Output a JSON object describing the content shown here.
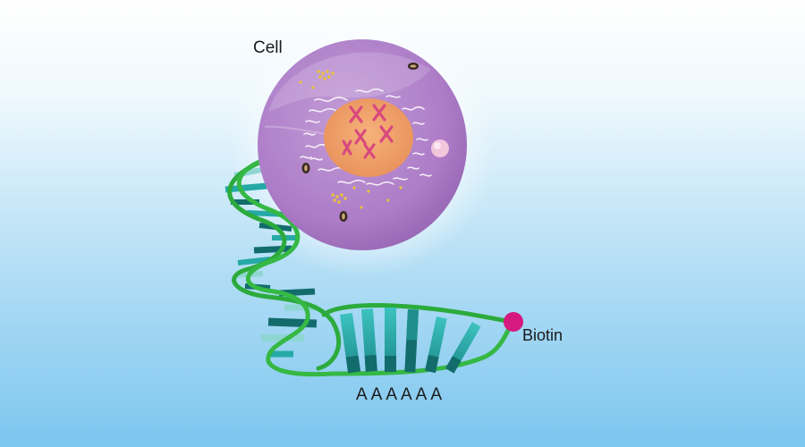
{
  "labels": {
    "cell": "Cell",
    "biotin": "Biotin",
    "poly_a": "AAAAAA"
  },
  "colors": {
    "background_top": "#ffffff",
    "background_bottom": "#7cc6ef",
    "cell_body": "#b07ec8",
    "nucleus": "#f0a065",
    "chromosome": "#d8497e",
    "dna_backbone": "#2cab3c",
    "base_teal": "#25a9a6",
    "base_dark": "#136c6c",
    "biotin": "#d6197f",
    "vesicle": "#f2c6dc",
    "granule": "#e8c23c"
  }
}
